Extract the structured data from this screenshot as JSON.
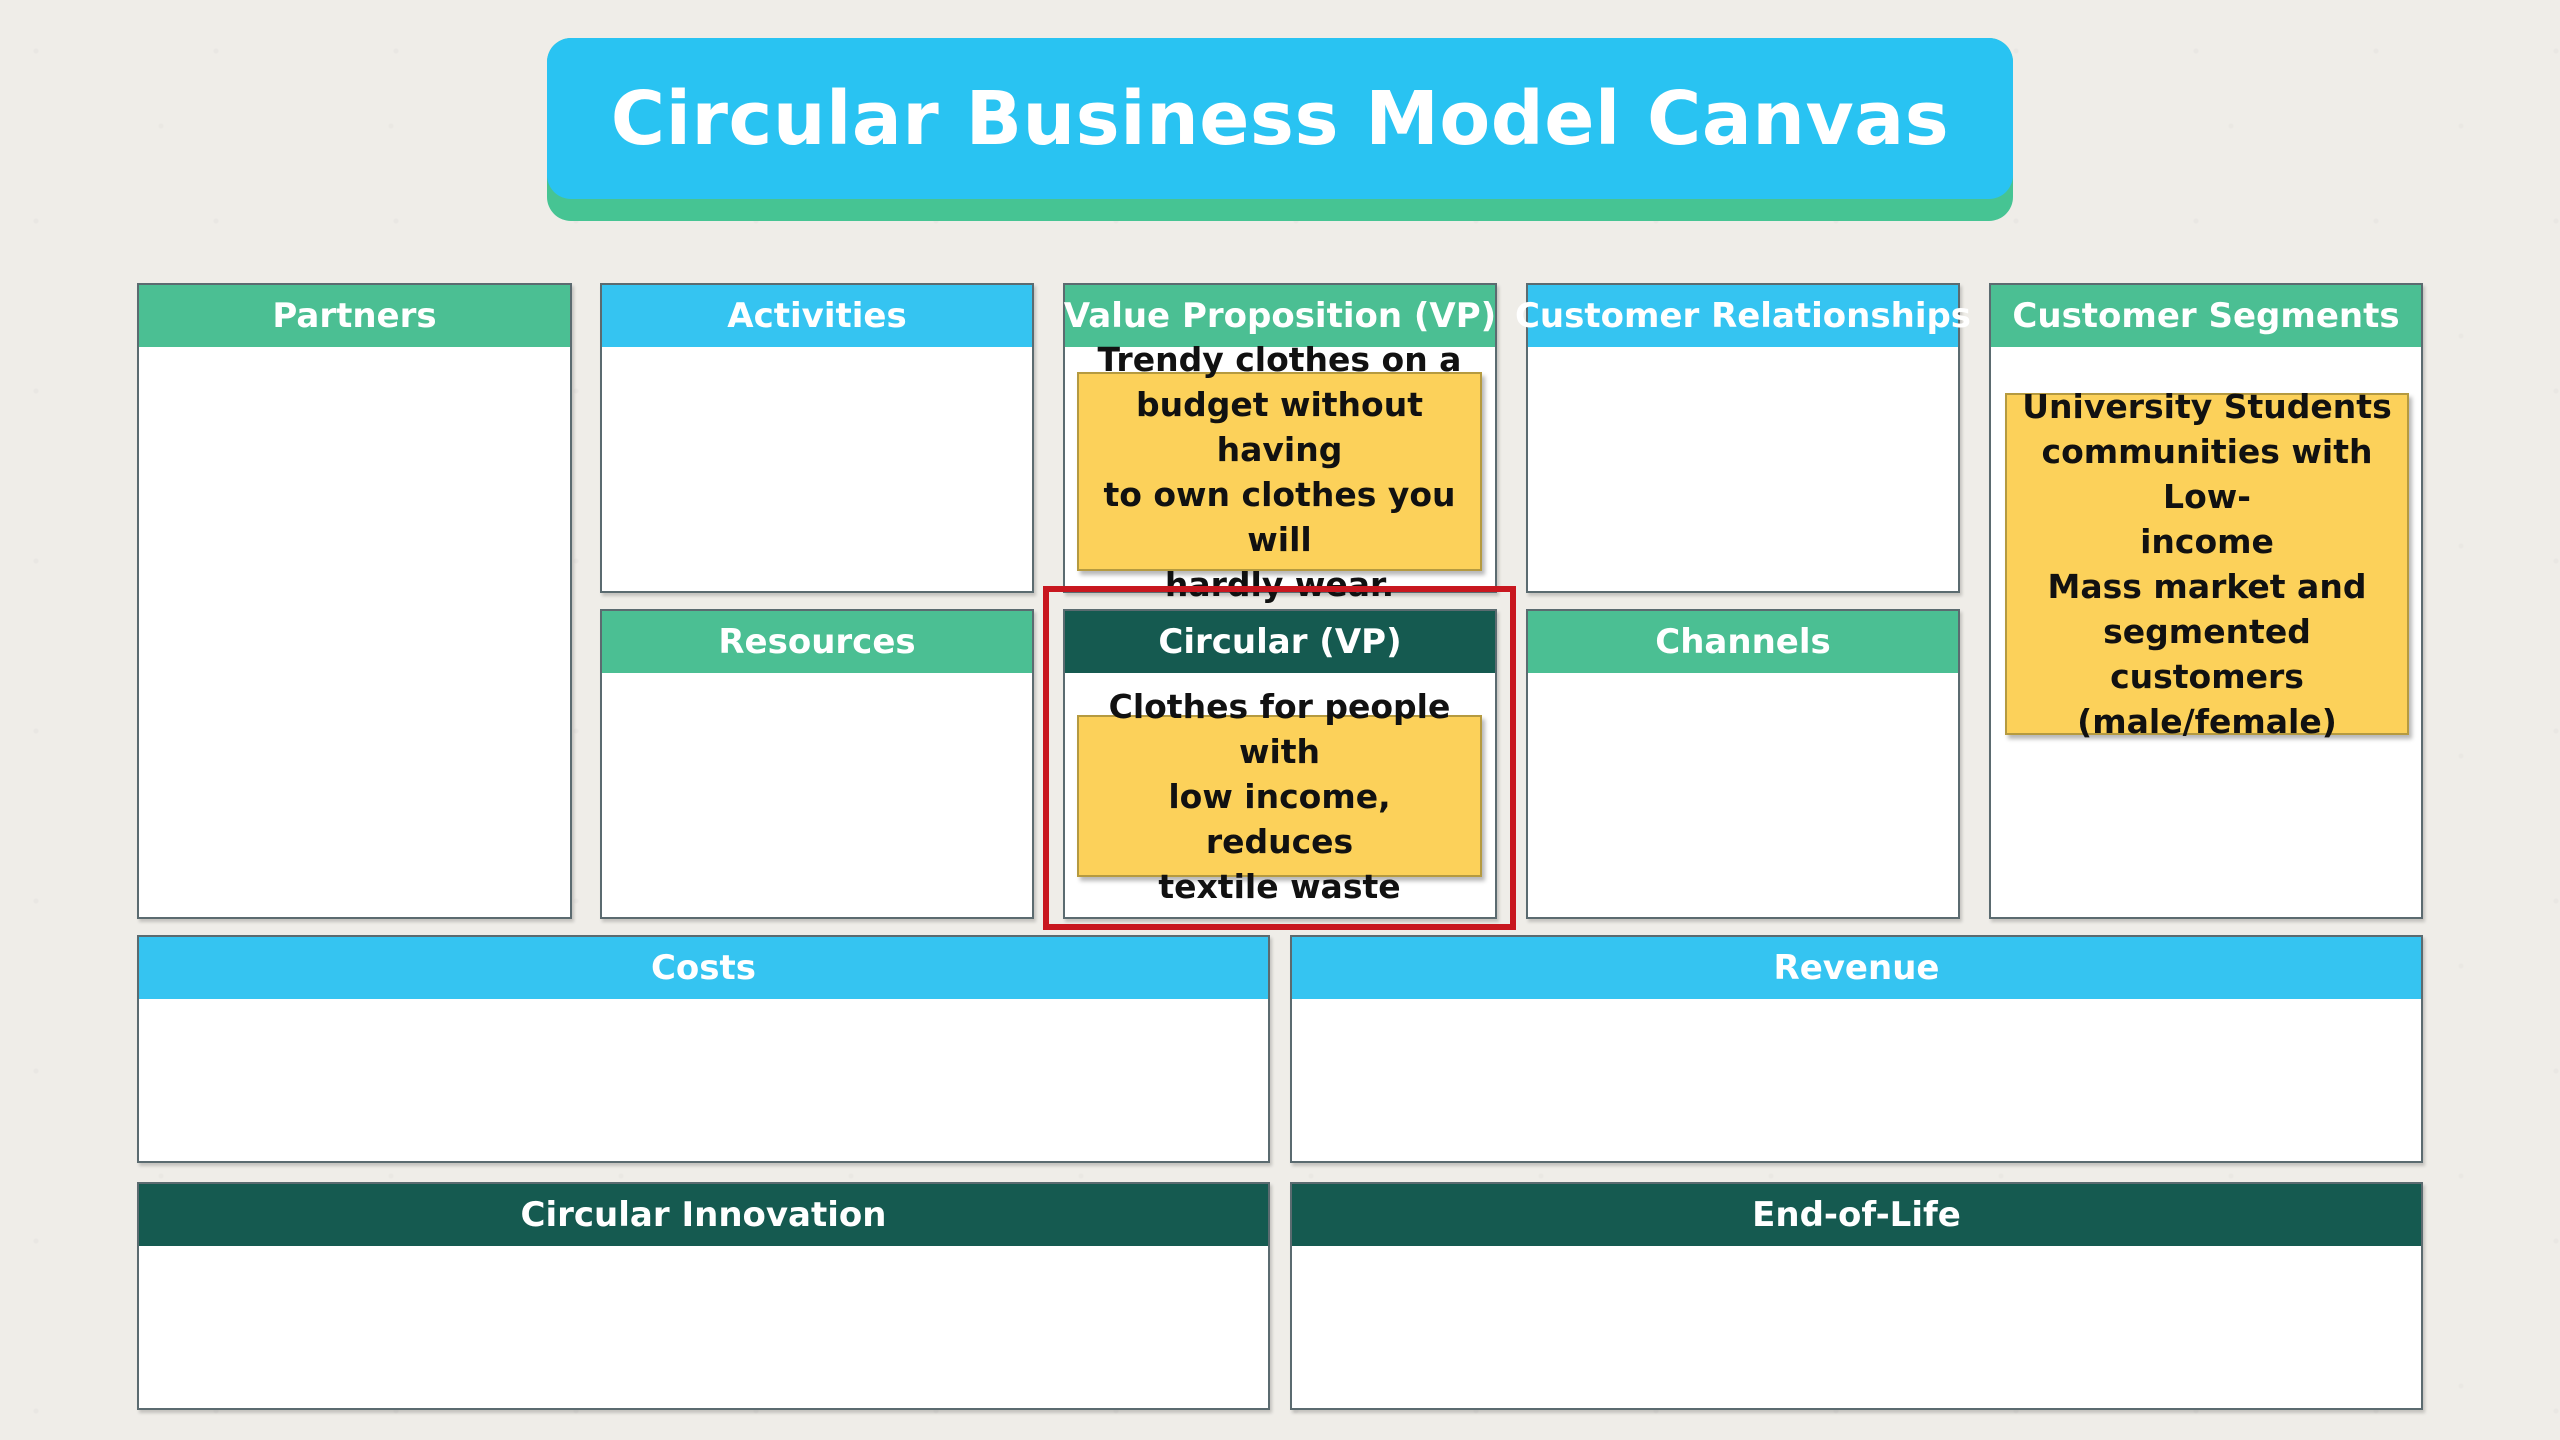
{
  "title": "Circular Business Model Canvas",
  "blocks": {
    "partners": {
      "header": "Partners"
    },
    "activities": {
      "header": "Activities"
    },
    "value_proposition": {
      "header": "Value Proposition (VP)",
      "note": "Trendy clothes on a\nbudget without having\nto own clothes you will\nhardly wear."
    },
    "customer_relationships": {
      "header": "Customer Relationships"
    },
    "customer_segments": {
      "header": "Customer Segments",
      "note": "University Students\ncommunities with Low-\nincome\nMass market and\nsegmented customers\n(male/female)"
    },
    "resources": {
      "header": "Resources"
    },
    "circular_vp": {
      "header": "Circular (VP)",
      "note": "Clothes for people with\nlow income, reduces\ntextile waste"
    },
    "channels": {
      "header": "Channels"
    },
    "costs": {
      "header": "Costs"
    },
    "revenue": {
      "header": "Revenue"
    },
    "circular_innovation": {
      "header": "Circular Innovation"
    },
    "end_of_life": {
      "header": "End-of-Life"
    }
  },
  "colors": {
    "title_bg": "#29c3f2",
    "title_shadow": "#46c493",
    "header_green": "#4bbf93",
    "header_blue": "#35c4f1",
    "header_dark": "#155a50",
    "sticky_note": "#fcd15a",
    "highlight": "#c8171f"
  }
}
